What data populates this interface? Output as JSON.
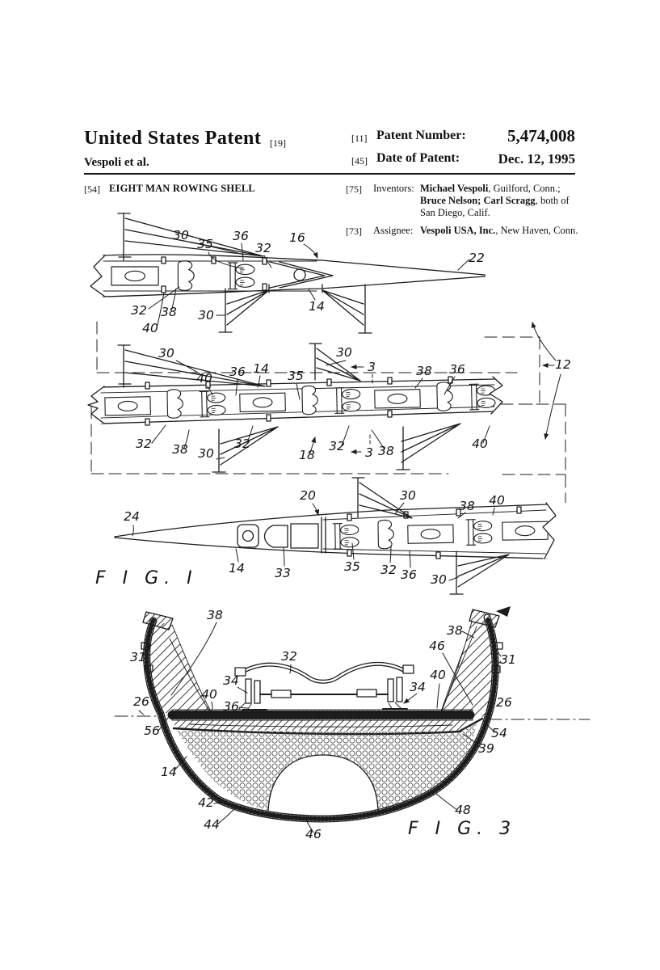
{
  "header": {
    "title": "United States Patent",
    "title_bracket": "[19]",
    "author_line": "Vespoli et al.",
    "num_bracket": "[11]",
    "num_label": "Patent Number:",
    "num_value": "5,474,008",
    "date_bracket": "[45]",
    "date_label": "Date of Patent:",
    "date_value": "Dec. 12, 1995"
  },
  "biblio": {
    "title_bracket": "[54]",
    "title": "EIGHT MAN ROWING SHELL",
    "inventors_bracket": "[75]",
    "inventors_label": "Inventors:",
    "inventors_name1": "Michael Vespoli",
    "inventors_rest1": ", Guilford, Conn.;",
    "inventors_name2": "Bruce Nelson; Carl Scragg",
    "inventors_rest2": ", both of",
    "inventors_line3": "San Diego, Calif.",
    "assignee_bracket": "[73]",
    "assignee_label": "Assignee:",
    "assignee_name": "Vespoli USA, Inc.",
    "assignee_rest": ", New Haven, Conn."
  },
  "figures": {
    "fig1": {
      "caption": "F I G.  I",
      "seg_bow": [
        "30",
        "35",
        "36",
        "32",
        "16",
        "22",
        "14",
        "32",
        "38",
        "40",
        "30"
      ],
      "seg_mid": [
        "30",
        "40",
        "36",
        "14",
        "35",
        "30",
        "3",
        "38",
        "36",
        "12",
        "32",
        "38",
        "30",
        "32",
        "18",
        "32",
        "3",
        "38",
        "40"
      ],
      "seg_stern": [
        "24",
        "20",
        "30",
        "38",
        "40",
        "14",
        "33",
        "35",
        "32",
        "36",
        "30"
      ]
    },
    "fig3": {
      "caption": "F I G.  3",
      "labels": [
        "38",
        "31",
        "32",
        "34",
        "40",
        "26",
        "36",
        "56",
        "14",
        "42",
        "44",
        "46",
        "38",
        "46",
        "40",
        "34",
        "31",
        "26",
        "54",
        "39",
        "48"
      ]
    }
  },
  "colors": {
    "ink": "#1c1c1c",
    "paper": "#ffffff"
  }
}
